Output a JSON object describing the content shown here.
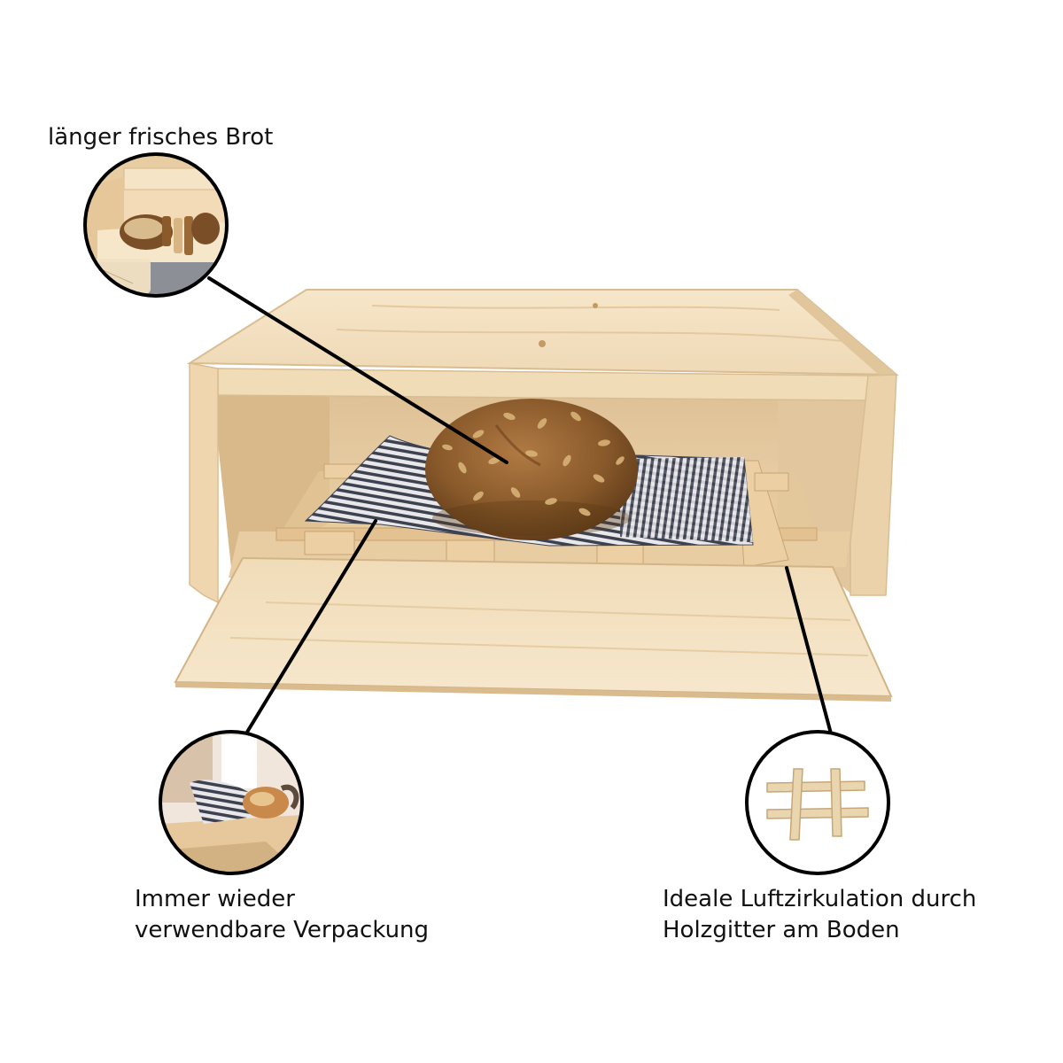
{
  "callouts": {
    "top": {
      "text": "länger frisches Brot"
    },
    "bottom_left": {
      "line1": "Immer wieder",
      "line2": "verwendbare Verpackung"
    },
    "bottom_right": {
      "line1": "Ideale Luftzirkulation durch",
      "line2": "Holzgitter am Boden"
    }
  },
  "colors": {
    "wood_light": "#f3dfbf",
    "wood_mid": "#e9cfa6",
    "wood_shadow": "#d3b486",
    "bread": "#8a5a2b",
    "cloth_dark": "#3d4250",
    "line": "#000000"
  }
}
